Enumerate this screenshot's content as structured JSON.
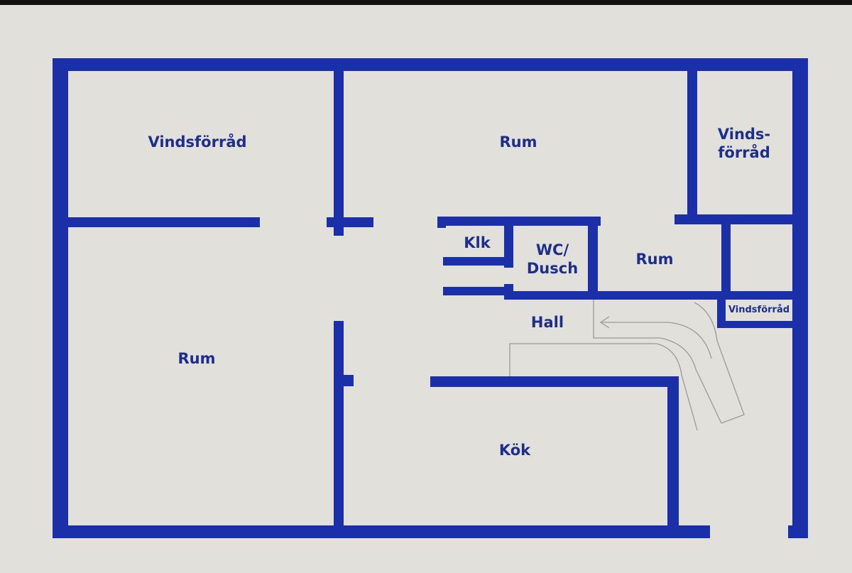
{
  "colors": {
    "wall": "#1a2fa8",
    "paper": "#e2e0da",
    "stair": "#9a9a9a",
    "label": "#1d2e8c"
  },
  "rooms": {
    "vindsforrad_top_left": "Vindsförråd",
    "rum_top": "Rum",
    "vindsforrad_top_right": "Vinds-\nförråd",
    "klk": "Klk",
    "wc_dusch": "WC/\nDusch",
    "rum_middle": "Rum",
    "vindsforrad_small": "Vindsförråd",
    "hall": "Hall",
    "rum_left": "Rum",
    "kok": "Kök"
  }
}
